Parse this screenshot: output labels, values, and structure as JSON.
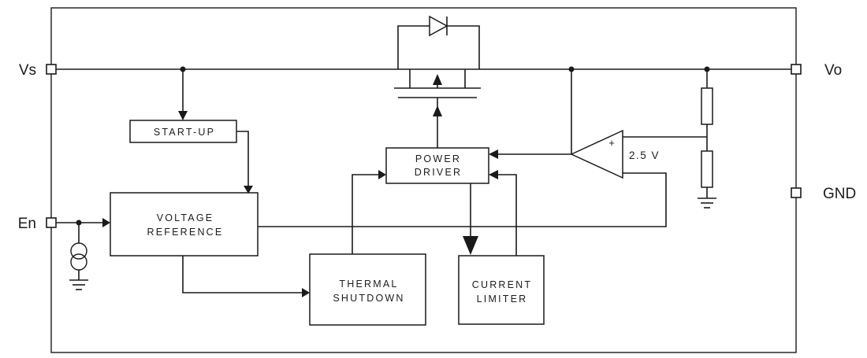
{
  "diagram": {
    "type": "ldo-regulator-block-diagram",
    "pins": {
      "vs": "Vs",
      "en": "En",
      "vo": "Vo",
      "gnd": "GND"
    },
    "blocks": {
      "start_up": {
        "label": "START-UP"
      },
      "voltage_reference": {
        "line1": "VOLTAGE",
        "line2": "REFERENCE"
      },
      "power_driver": {
        "line1": "POWER",
        "line2": "DRIVER"
      },
      "thermal_shutdown": {
        "line1": "THERMAL",
        "line2": "SHUTDOWN"
      },
      "current_limiter": {
        "line1": "CURRENT",
        "line2": "LIMITER"
      }
    },
    "comparator": {
      "plus_label": "+",
      "reference_voltage": "2.5 V"
    },
    "colors": {
      "line": "#1a1a1a",
      "background": "#ffffff",
      "block_fill": "#ffffff"
    }
  }
}
